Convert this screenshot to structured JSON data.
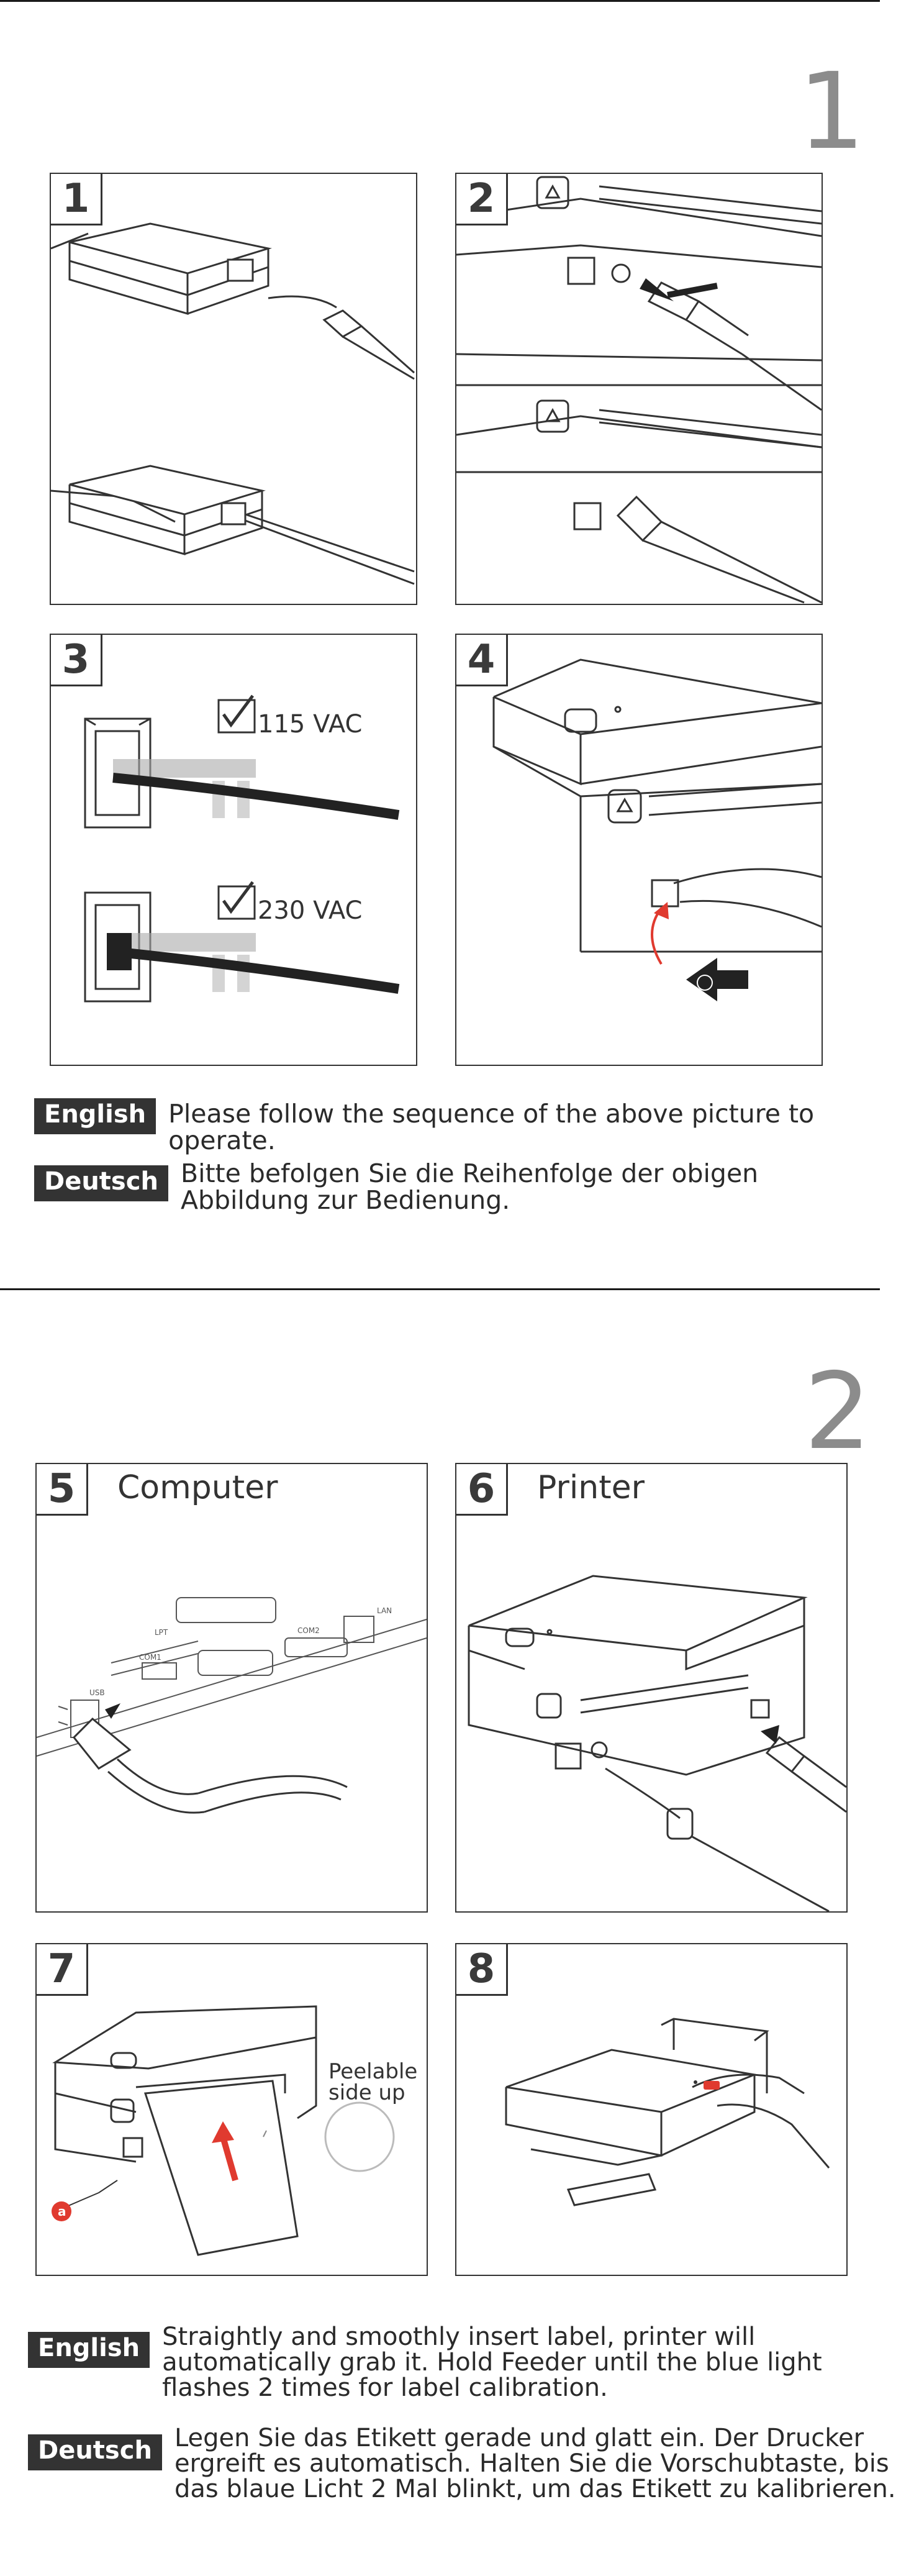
{
  "section1": {
    "number": "1",
    "panels": [
      {
        "num": "1"
      },
      {
        "num": "2"
      },
      {
        "num": "3",
        "voltage_top": "115 VAC",
        "voltage_bottom": "230 VAC"
      },
      {
        "num": "4"
      }
    ],
    "instructions": [
      {
        "lang": "English",
        "text": "Please follow the sequence of the above picture to operate."
      },
      {
        "lang": "Deutsch",
        "text": "Bitte befolgen Sie die Reihenfolge der obigen Abbildung zur Bedienung."
      }
    ]
  },
  "section2": {
    "number": "2",
    "panels": [
      {
        "num": "5",
        "title": "Computer",
        "port_labels": [
          "LPT",
          "COM1",
          "COM2",
          "USB",
          "LAN"
        ]
      },
      {
        "num": "6",
        "title": "Printer"
      },
      {
        "num": "7",
        "callout": "Peelable side up",
        "marker": "a"
      },
      {
        "num": "8"
      }
    ],
    "instructions": [
      {
        "lang": "English",
        "text": "Straightly and smoothly insert label, printer will automatically grab it. Hold Feeder until the blue light flashes 2 times for label calibration."
      },
      {
        "lang": "Deutsch",
        "text": "Legen Sie das Etikett gerade und glatt ein. Der Drucker ergreift es automatisch. Halten Sie die Vorschubtaste, bis das blaue Licht 2 Mal blinkt, um das Etikett zu kalibrieren."
      }
    ]
  },
  "colors": {
    "accent_red": "#e03a2f",
    "dark": "#333333",
    "section_number": "#8c8c8c"
  }
}
